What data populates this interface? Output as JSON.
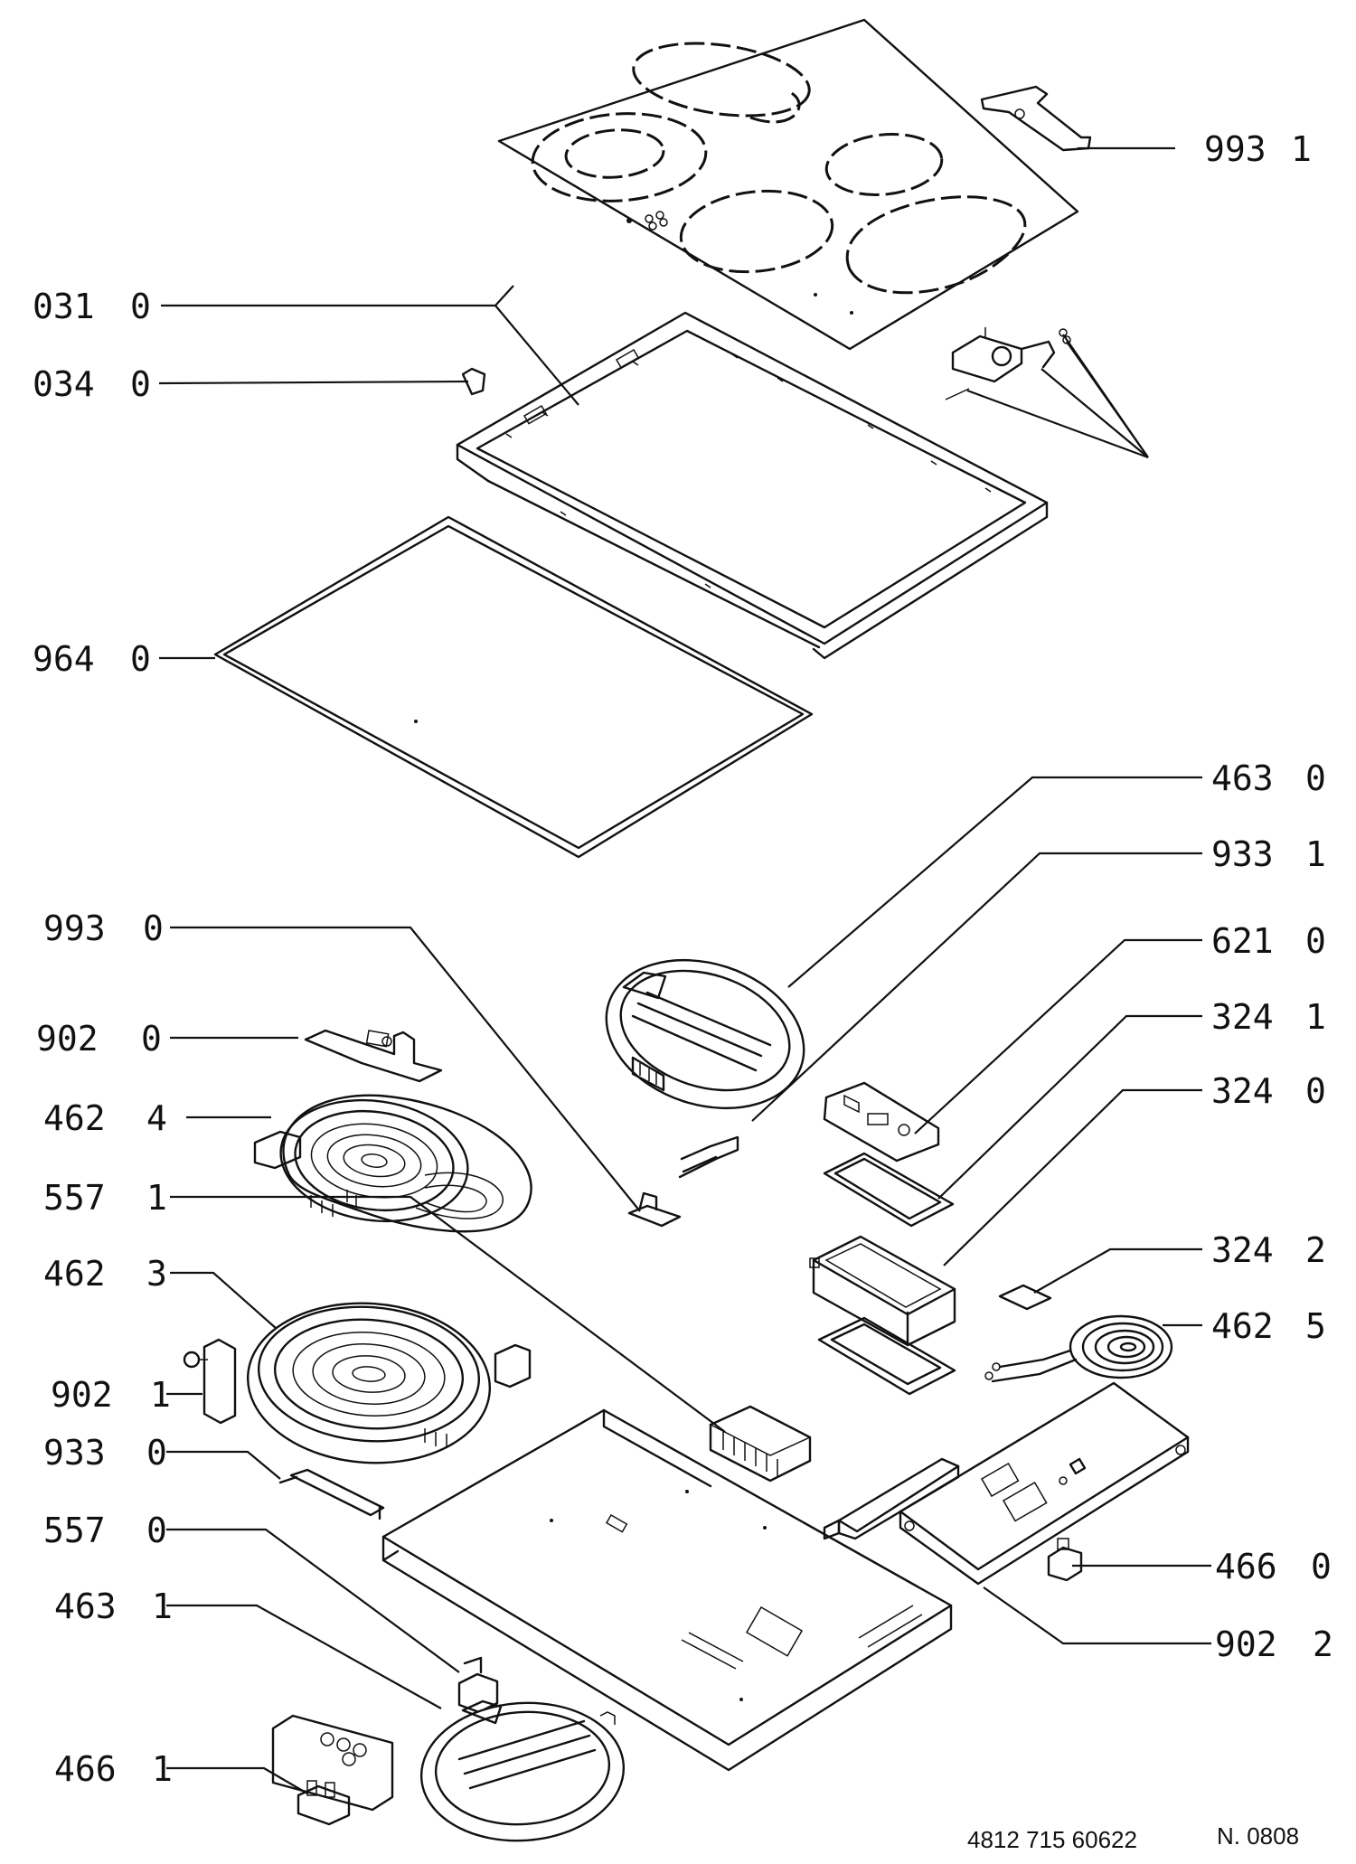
{
  "callouts": [
    {
      "code": "993",
      "variant": "1"
    },
    {
      "code": "031",
      "variant": "0"
    },
    {
      "code": "034",
      "variant": "0"
    },
    {
      "code": "964",
      "variant": "0"
    },
    {
      "code": "463",
      "variant": "0"
    },
    {
      "code": "933",
      "variant": "1"
    },
    {
      "code": "993",
      "variant": "0"
    },
    {
      "code": "621",
      "variant": "0"
    },
    {
      "code": "324",
      "variant": "1"
    },
    {
      "code": "902",
      "variant": "0"
    },
    {
      "code": "324",
      "variant": "0"
    },
    {
      "code": "462",
      "variant": "4"
    },
    {
      "code": "557",
      "variant": "1"
    },
    {
      "code": "462",
      "variant": "3"
    },
    {
      "code": "324",
      "variant": "2"
    },
    {
      "code": "462",
      "variant": "5"
    },
    {
      "code": "902",
      "variant": "1"
    },
    {
      "code": "933",
      "variant": "0"
    },
    {
      "code": "557",
      "variant": "0"
    },
    {
      "code": "466",
      "variant": "0"
    },
    {
      "code": "463",
      "variant": "1"
    },
    {
      "code": "902",
      "variant": "2"
    },
    {
      "code": "466",
      "variant": "1"
    }
  ],
  "footer": {
    "part_number": "4812 715 60622",
    "sheet": "N. 0808"
  }
}
